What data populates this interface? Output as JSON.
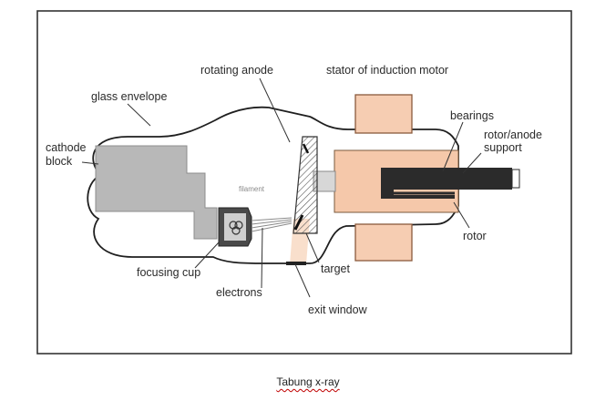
{
  "diagram": {
    "labels": {
      "rotating_anode": "rotating anode",
      "stator": "stator of induction motor",
      "glass_envelope": "glass envelope",
      "bearings": "bearings",
      "cathode_block": [
        "cathode",
        "block"
      ],
      "rotor_support": [
        "rotor/anode",
        "support"
      ],
      "filament": "filament",
      "rotor": "rotor",
      "focusing_cup": "focusing cup",
      "target": "target",
      "electrons": "electrons",
      "exit_window": "exit window"
    }
  },
  "caption": {
    "text": "Tabung x-ray",
    "underline_color": "#c00000"
  },
  "colors": {
    "glass_outline": "#1f1f1f",
    "cathode_fill": "#b8b8b8",
    "stator_fill": "#f6cdb2",
    "stator_stroke": "#8a5a3c",
    "rotor_fill": "#f5c8aa",
    "shaft_fill": "#2b2b2b",
    "beam_fill": "#f8dcc7"
  }
}
